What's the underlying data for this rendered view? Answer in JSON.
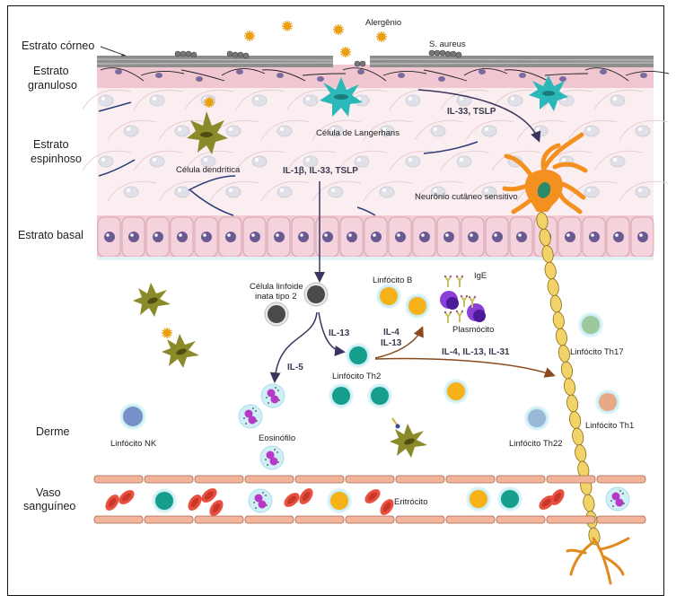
{
  "layers": {
    "corneo": "Estrato córneo",
    "granuloso": [
      "Estrato",
      "granuloso"
    ],
    "espinhoso": [
      "Estrato",
      "espinhoso"
    ],
    "basal": "Estrato basal",
    "derme": "Derme",
    "vaso": [
      "Vaso",
      "sanguíneo"
    ]
  },
  "labels": {
    "alergenio": "Alergênio",
    "s_aureus": "S. aureus",
    "langerhans": "Célula de Langerhans",
    "dendritica": "Célula dendrítica",
    "neuronio": "Neurônio cutâneo sensitivo",
    "ilc2": [
      "Célula linfoide",
      "inata tipo 2"
    ],
    "linfocito_b": "Linfócito B",
    "ige": "IgE",
    "plasmocito": "Plasmócito",
    "th2": "Linfócito Th2",
    "th17": "Linfócito Th17",
    "th1": "Linfócito Th1",
    "th22": "Linfócito Th22",
    "nk": "Linfócito NK",
    "eosinofilo": "Eosinófilo",
    "eritrocito": "Eritrócito"
  },
  "cytokines": {
    "to_neuron": "IL-33, TSLP",
    "to_ilc2": "IL-1β, IL-33, TSLP",
    "il5": "IL-5",
    "il13": "IL-13",
    "to_b": [
      "IL-4",
      "IL-13"
    ],
    "to_nerve": "IL-4, IL-13, IL-31"
  },
  "colors": {
    "corneum": "#8e8e8e",
    "granular": "#f0c6d0",
    "spinous": "#fbeef0",
    "basal": "#f3c9d4",
    "nucleus": "#7a6aa0",
    "langerhans": "#2ab8b8",
    "dendritic": "#8a8a2a",
    "neuron": "#f39020",
    "axon": "#f2d36a",
    "th2": "#159e8c",
    "bcell": "#f7b21a",
    "plasma": "#6a22b8",
    "ilc2": "#4a4a4a",
    "eos": "#b838c8",
    "rbc": "#e85040",
    "vessel": "#f2b49a",
    "arrow_blue": "#3a3560",
    "arrow_brown": "#8a4a1e",
    "th17": "#9cc89a",
    "th1": "#e8a888",
    "th22": "#9ab8d8",
    "nk": "#7890c8",
    "allergen": "#e8a010"
  }
}
